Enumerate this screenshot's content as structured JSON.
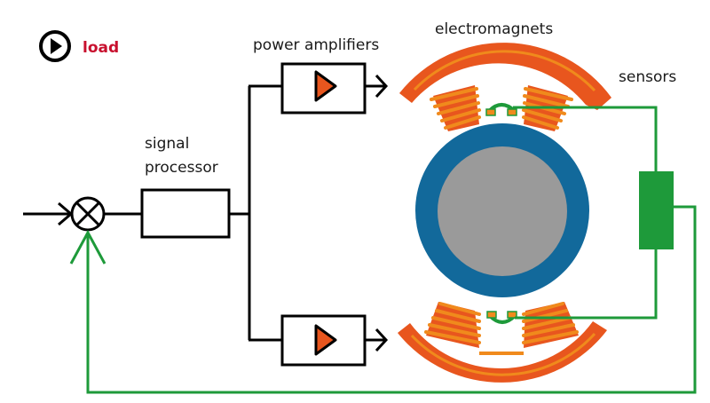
{
  "header": {
    "load_label": "load",
    "load_icon": "play-circle-icon"
  },
  "labels": {
    "power_amplifiers": "power amplifiers",
    "electromagnets": "electromagnets",
    "sensors": "sensors",
    "signal_processor_line1": "signal",
    "signal_processor_line2": "processor"
  },
  "colors": {
    "accent_red": "#c8102e",
    "magnet_orange": "#e8561e",
    "coil_orange": "#f08a1c",
    "feedback_green": "#1e9a3a",
    "rotor_ring_blue": "#12699b",
    "rotor_core_gray": "#9a9a9a"
  }
}
